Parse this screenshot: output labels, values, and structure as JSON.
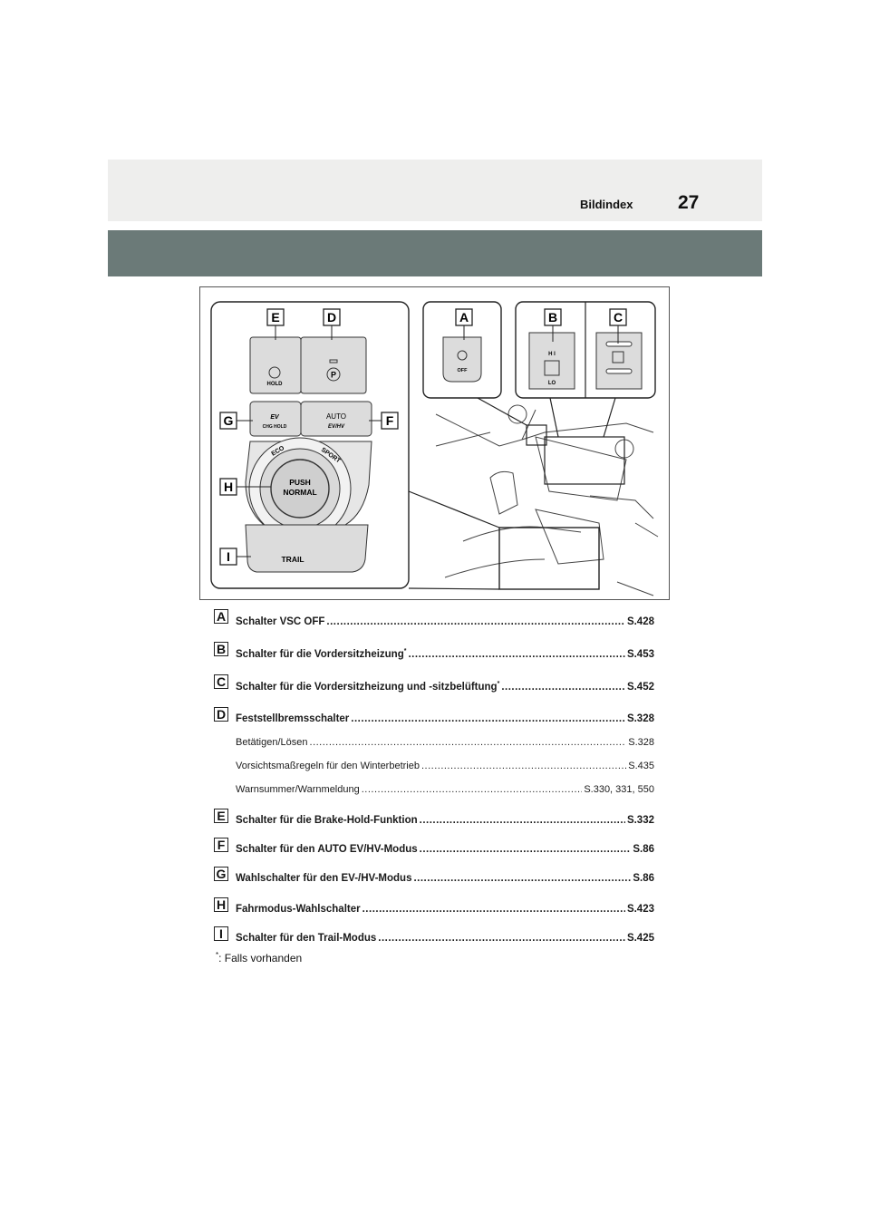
{
  "header": {
    "section": "Bildindex",
    "page_number": "27"
  },
  "figure": {
    "callouts": [
      "A",
      "B",
      "C",
      "D",
      "E",
      "F",
      "G",
      "H",
      "I"
    ],
    "labels": {
      "hold": "HOLD",
      "p": "P",
      "chg_hold": "CHG HOLD",
      "ev": "EV",
      "auto": "AUTO",
      "evhv": "EV/HV",
      "eco": "ECO",
      "sport": "SPORT",
      "push": "PUSH",
      "normal": "NORMAL",
      "trail": "TRAIL",
      "off": "OFF",
      "hi": "H I",
      "lo": "LO"
    }
  },
  "entries": [
    {
      "letter": "A",
      "label": "Schalter VSC OFF",
      "star": "",
      "ref": "S.428"
    },
    {
      "letter": "B",
      "label": "Schalter für die Vordersitzheizung",
      "star": "*",
      "ref": "S.453"
    },
    {
      "letter": "C",
      "label": "Schalter für die Vordersitzheizung und -sitzbelüftung",
      "star": "*",
      "ref": "S.452"
    },
    {
      "letter": "D",
      "label": "Feststellbremsschalter",
      "star": "",
      "ref": "S.328"
    },
    {
      "letter": "",
      "label": "Betätigen/Lösen",
      "star": "",
      "ref": "S.328"
    },
    {
      "letter": "",
      "label": "Vorsichtsmaßregeln für den Winterbetrieb",
      "star": "",
      "ref": "S.435"
    },
    {
      "letter": "",
      "label": "Warnsummer/Warnmeldung",
      "star": "",
      "ref": "S.330, 331, 550"
    },
    {
      "letter": "E",
      "label": "Schalter für die Brake-Hold-Funktion",
      "star": "",
      "ref": "S.332"
    },
    {
      "letter": "F",
      "label": "Schalter für den AUTO EV/HV-Modus",
      "star": "",
      "ref": "S.86"
    },
    {
      "letter": "G",
      "label": "Wahlschalter für den EV-/HV-Modus",
      "star": "",
      "ref": "S.86"
    },
    {
      "letter": "H",
      "label": "Fahrmodus-Wahlschalter",
      "star": "",
      "ref": "S.423"
    },
    {
      "letter": "I",
      "label": "Schalter für den Trail-Modus",
      "star": "",
      "ref": "S.425"
    }
  ],
  "footnote": {
    "star": "*",
    "text": ": Falls vorhanden"
  }
}
